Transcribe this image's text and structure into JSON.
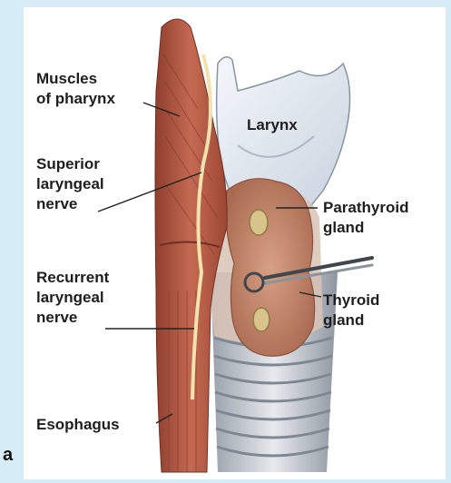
{
  "colors": {
    "frame_background": "#d6ecf6",
    "muscle": "#b35a45",
    "nerve": "#f3e1b0",
    "larynx": "#e6edf5",
    "thyroid": "#c98e73",
    "parathyroid": "#d8c48b",
    "trachea": "#c9cdd4",
    "leader_line": "#222222"
  },
  "labels": {
    "muscles_line1": "Muscles",
    "muscles_line2": "of pharynx",
    "superior_line1": "Superior",
    "superior_line2": "laryngeal",
    "superior_line3": "nerve",
    "recurrent_line1": "Recurrent",
    "recurrent_line2": "laryngeal",
    "recurrent_line3": "nerve",
    "esophagus": "Esophagus",
    "larynx": "Larynx",
    "parathyroid_line1": "Parathyroid",
    "parathyroid_line2": "gland",
    "thyroid_line1": "Thyroid",
    "thyroid_line2": "gland"
  },
  "panel_letter": "a"
}
